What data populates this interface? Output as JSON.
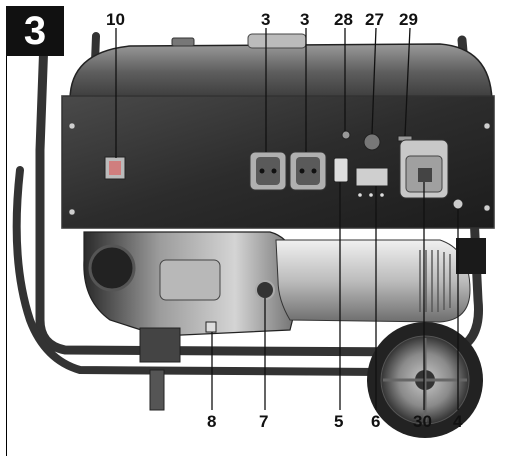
{
  "figure": {
    "number": "3"
  },
  "callouts": {
    "top": [
      {
        "id": "c10",
        "label": "10"
      },
      {
        "id": "c3a",
        "label": "3"
      },
      {
        "id": "c3b",
        "label": "3"
      },
      {
        "id": "c28",
        "label": "28"
      },
      {
        "id": "c27",
        "label": "27"
      },
      {
        "id": "c29",
        "label": "29"
      }
    ],
    "bottom": [
      {
        "id": "c8",
        "label": "8"
      },
      {
        "id": "c7",
        "label": "7"
      },
      {
        "id": "c5",
        "label": "5"
      },
      {
        "id": "c6",
        "label": "6"
      },
      {
        "id": "c30",
        "label": "30"
      },
      {
        "id": "c4",
        "label": "4"
      }
    ]
  }
}
